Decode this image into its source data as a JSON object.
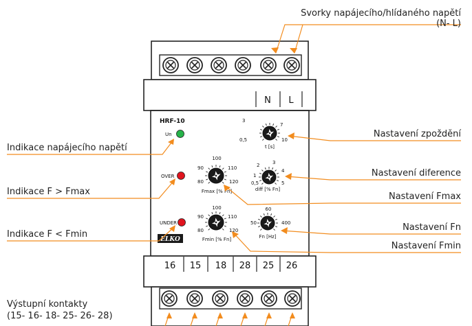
{
  "labels": {
    "terminals_top": "Svorky napájecího/hlídaného napětí",
    "terminals_top_sub": "(N- L)",
    "supply_indication": "Indikace napájecího napětí",
    "over_indication": "Indikace F > Fmax",
    "under_indication": "Indikace F < Fmin",
    "delay_setting": "Nastavení zpoždění",
    "difference_setting": "Nastavení diference",
    "fmax_setting": "Nastavení Fmax",
    "fn_setting": "Nastavení Fn",
    "fmin_setting": "Nastavení Fmin",
    "outputs": "Výstupní kontakty",
    "outputs_sub": "(15- 16- 18- 25- 26- 28)"
  },
  "device": {
    "model": "HRF-10",
    "brand": "ELKO",
    "top_terminals": [
      "N",
      "L"
    ],
    "bottom_terminals": [
      "16",
      "15",
      "18",
      "28",
      "25",
      "26"
    ],
    "leds": {
      "un": "Un",
      "over": "OVER",
      "under": "UNDER"
    },
    "led_colors": {
      "un": "#27b34a",
      "over": "#e0141e",
      "under": "#e0141e"
    },
    "knobs": {
      "t": {
        "caption": "t [s]",
        "ticks": [
          "3",
          "7",
          "0,5",
          "10"
        ]
      },
      "diff": {
        "caption": "diff [% Fn]",
        "ticks": [
          "2",
          "3",
          "1",
          "4",
          "0,5",
          "5"
        ]
      },
      "fmax": {
        "caption": "Fmax [% Fn]",
        "ticks": [
          "100",
          "90",
          "110",
          "80",
          "120"
        ]
      },
      "fn": {
        "caption": "Fn [Hz]",
        "ticks": [
          "60",
          "50",
          "400"
        ]
      },
      "fmin": {
        "caption": "Fmin [% Fn]",
        "ticks": [
          "100",
          "90",
          "110",
          "80",
          "120"
        ]
      }
    }
  },
  "accent_color": "#f28c1e"
}
